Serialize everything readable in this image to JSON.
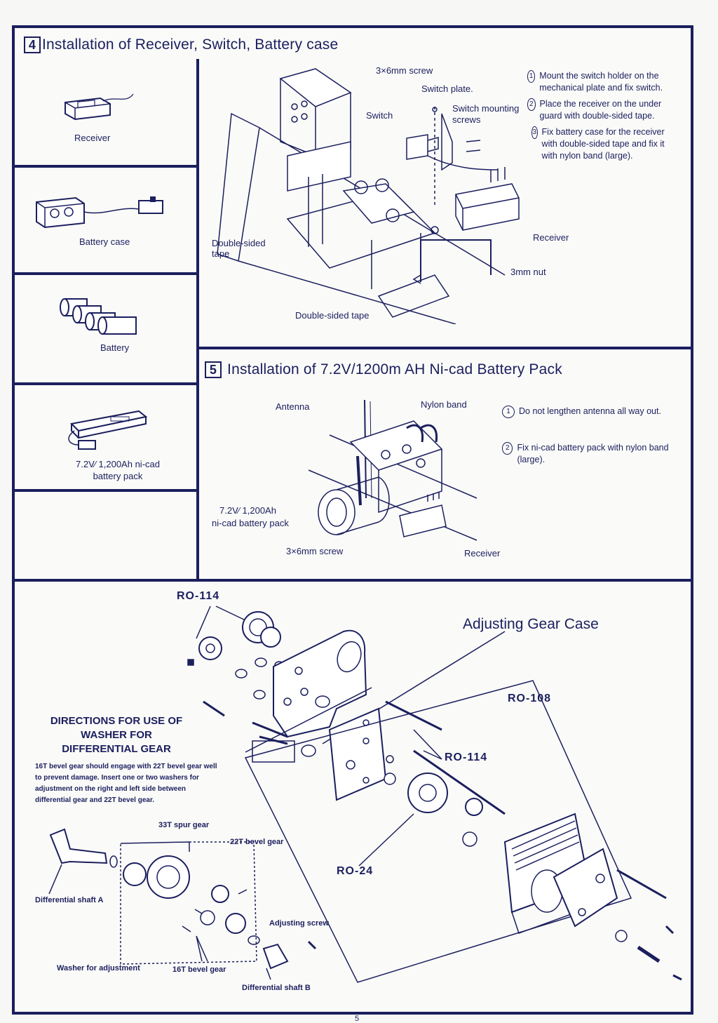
{
  "section4": {
    "number": "4",
    "title": "Installation of Receiver, Switch, Battery case",
    "parts": [
      {
        "name": "receiver",
        "label": "Receiver"
      },
      {
        "name": "battery-case",
        "label": "Battery case"
      },
      {
        "name": "battery",
        "label": "Battery"
      },
      {
        "name": "battery-pack",
        "label": "7.2V∕ 1,200Ah ni-cad battery pack"
      }
    ],
    "callouts": {
      "screw": "3×6mm screw",
      "switch_plate": "Switch plate.",
      "switch": "Switch",
      "switch_mounting": "Switch mounting screws",
      "double_sided_tape_1": "Double-sided tape",
      "receiver": "Receiver",
      "nut": "3mm nut",
      "double_sided_tape_2": "Double-sided tape"
    },
    "notes": [
      {
        "num": "1",
        "text": "Mount the switch holder on the mechanical plate and fix switch."
      },
      {
        "num": "2",
        "text": "Place the receiver on the under guard with double-sided tape."
      },
      {
        "num": "3",
        "text": "Fix battery case for the receiver with double-sided tape and fix it with nylon band (large)."
      }
    ]
  },
  "section5": {
    "number": "5",
    "title": "Installation of  7.2V/1200m AH Ni-cad Battery Pack",
    "callouts": {
      "antenna": "Antenna",
      "nylon_band": "Nylon band",
      "pack_line1": "7.2V∕ 1,200Ah",
      "pack_line2": "ni-cad battery pack",
      "screw": "3×6mm screw",
      "receiver": "Receiver"
    },
    "notes": [
      {
        "num": "1",
        "text": "Do not lengthen antenna all way out."
      },
      {
        "num": "2",
        "text": "Fix ni-cad battery pack with nylon band (large)."
      }
    ]
  },
  "gearcase": {
    "title": "Adjusting Gear Case",
    "part_codes": {
      "ro114_top": "RO-114",
      "ro108": "RO-108",
      "ro114_mid": "RO-114",
      "ro24": "RO-24"
    },
    "directions": {
      "title_line1": "DIRECTIONS FOR USE OF",
      "title_line2": "WASHER FOR",
      "title_line3": "DIFFERENTIAL GEAR",
      "body": "16T bevel gear should engage with 22T bevel gear well to prevent damage. Insert one or two washers for adjustment on the right and left side between differential gear and 22T bevel gear."
    },
    "diff_labels": {
      "spur": "33T spur gear",
      "bevel22": "22T bevel gear",
      "shaft_a": "Differential shaft A",
      "adj_screw": "Adjusting screw",
      "washer": "Washer for adjustment",
      "bevel16": "16T bevel gear",
      "shaft_b": "Differential shaft B"
    }
  },
  "page_number": "5"
}
